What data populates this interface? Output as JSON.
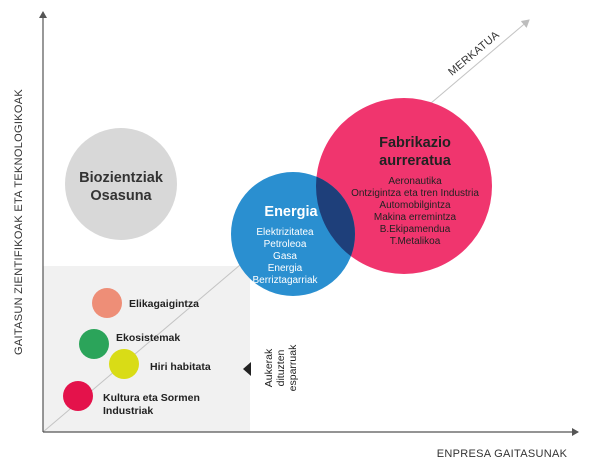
{
  "axes": {
    "x_label": "ENPRESA GAITASUNAK",
    "y_label": "GAITASUN ZIENTIFIKOAK ETA TEKNOLOGIKOAK",
    "diagonal_label": "MERKATUA"
  },
  "circles": {
    "fabrikazio": {
      "title_line1": "Fabrikazio",
      "title_line2": "aurreratua",
      "items": [
        "Aeronautika",
        "Ontzigintza eta tren Industria",
        "Automobilgintza",
        "Makina erremintza",
        "B.Ekipamendua",
        "T.Metalikoa"
      ],
      "color": "#F0356E"
    },
    "energia": {
      "title": "Energia",
      "items": [
        "Elektrizitatea",
        "Petroleoa",
        "Gasa",
        "Energia",
        "Berriztagarriak"
      ],
      "color": "#2A8FD0",
      "overlap_color": "#1E3F7A"
    },
    "biozientziak": {
      "title_line1": "Biozientziak",
      "title_line2": "Osasuna",
      "color": "#D8D8D8"
    }
  },
  "niche_area": {
    "label_lines": [
      "Aukerak",
      "dituzten",
      "esparruak"
    ],
    "background": "#F1F1F1"
  },
  "small_circles": [
    {
      "label": "Elikagaigintza",
      "color": "#EE8E77"
    },
    {
      "label": "Ekosistemak",
      "color": "#2BA45A"
    },
    {
      "label": "Hiri habitata",
      "color": "#D9DC16"
    },
    {
      "label_line1": "Kultura eta Sormen",
      "label_line2": "Industriak",
      "color": "#E4124B"
    }
  ]
}
